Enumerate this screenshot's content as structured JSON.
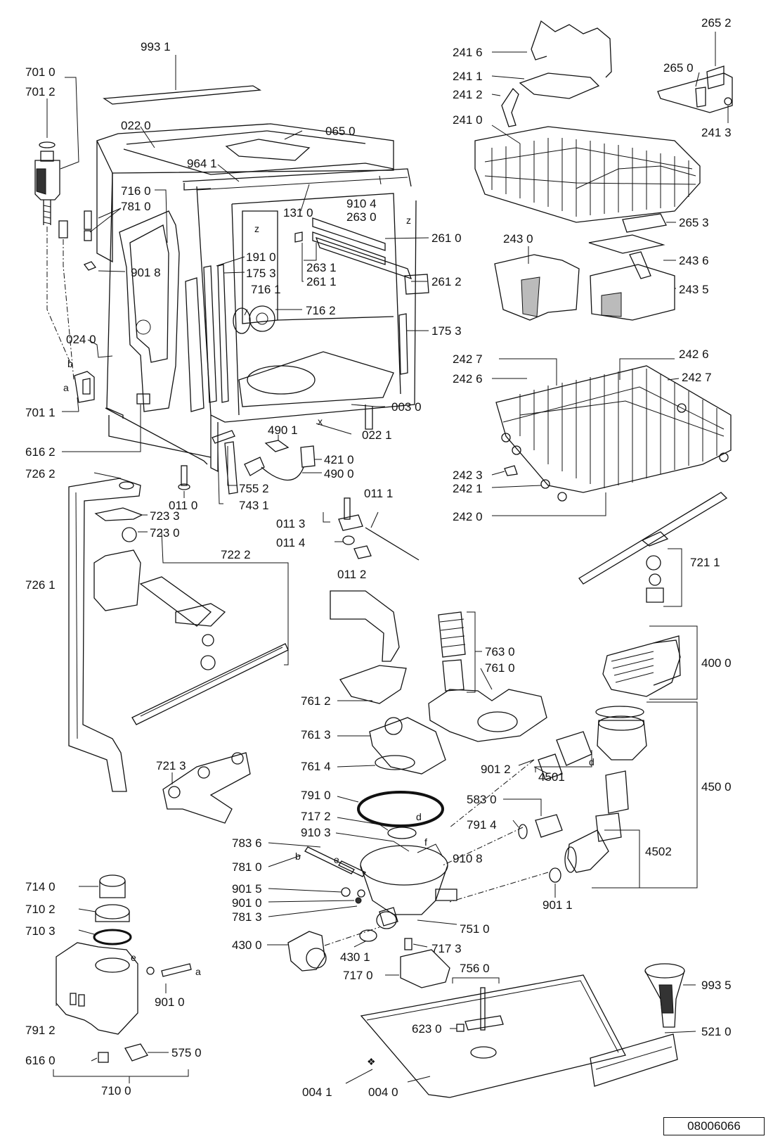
{
  "document_id": "08006066",
  "labels": [
    {
      "id": "l9931",
      "text": "993 1"
    },
    {
      "id": "l7010",
      "text": "701 0"
    },
    {
      "id": "l7012",
      "text": "701 2"
    },
    {
      "id": "l0220",
      "text": "022 0"
    },
    {
      "id": "l0650",
      "text": "065 0"
    },
    {
      "id": "l9641",
      "text": "964 1"
    },
    {
      "id": "l7160",
      "text": "716 0"
    },
    {
      "id": "l7810a",
      "text": "781 0"
    },
    {
      "id": "l1310",
      "text": "131 0"
    },
    {
      "id": "l9104",
      "text": "910 4"
    },
    {
      "id": "l2630",
      "text": "263 0"
    },
    {
      "id": "l2610",
      "text": "261 0"
    },
    {
      "id": "l1910",
      "text": "191 0"
    },
    {
      "id": "l9018",
      "text": "901 8"
    },
    {
      "id": "l1753a",
      "text": "175 3"
    },
    {
      "id": "l7161",
      "text": "716 1"
    },
    {
      "id": "l2631",
      "text": "263 1"
    },
    {
      "id": "l2611",
      "text": "261 1"
    },
    {
      "id": "l2612",
      "text": "261 2"
    },
    {
      "id": "l7162",
      "text": "716 2"
    },
    {
      "id": "l1753b",
      "text": "175 3"
    },
    {
      "id": "l0240",
      "text": "024 0"
    },
    {
      "id": "l7011",
      "text": "701 1"
    },
    {
      "id": "l0030",
      "text": "003 0"
    },
    {
      "id": "l0221",
      "text": "022 1"
    },
    {
      "id": "l6162",
      "text": "616 2"
    },
    {
      "id": "l4901",
      "text": "490 1"
    },
    {
      "id": "l4210",
      "text": "421 0"
    },
    {
      "id": "l4900",
      "text": "490 0"
    },
    {
      "id": "l7262",
      "text": "726 2"
    },
    {
      "id": "l0110",
      "text": "011 0"
    },
    {
      "id": "l7552",
      "text": "755 2"
    },
    {
      "id": "l7431",
      "text": "743 1"
    },
    {
      "id": "l7233",
      "text": "723 3"
    },
    {
      "id": "l7230",
      "text": "723 0"
    },
    {
      "id": "l0111",
      "text": "011  1"
    },
    {
      "id": "l0113",
      "text": "011 3"
    },
    {
      "id": "l0114",
      "text": "011 4"
    },
    {
      "id": "l0112",
      "text": "011 2"
    },
    {
      "id": "l7222",
      "text": "722 2"
    },
    {
      "id": "l7261",
      "text": "726 1"
    },
    {
      "id": "l2652",
      "text": "265 2"
    },
    {
      "id": "l2650",
      "text": "265 0"
    },
    {
      "id": "l2416",
      "text": "241 6"
    },
    {
      "id": "l2411",
      "text": "241 1"
    },
    {
      "id": "l2412",
      "text": "241 2"
    },
    {
      "id": "l2410",
      "text": "241 0"
    },
    {
      "id": "l2413",
      "text": "241 3"
    },
    {
      "id": "l2653",
      "text": "265 3"
    },
    {
      "id": "l2430",
      "text": "243 0"
    },
    {
      "id": "l2436",
      "text": "243 6"
    },
    {
      "id": "l2435",
      "text": "243 5"
    },
    {
      "id": "l2427a",
      "text": "242 7"
    },
    {
      "id": "l2426a",
      "text": "242 6"
    },
    {
      "id": "l2426b",
      "text": "242 6"
    },
    {
      "id": "l2427b",
      "text": "242 7"
    },
    {
      "id": "l2423",
      "text": "242 3"
    },
    {
      "id": "l2421",
      "text": "242 1"
    },
    {
      "id": "l2420",
      "text": "242 0"
    },
    {
      "id": "l7211",
      "text": "721 1"
    },
    {
      "id": "l7630",
      "text": "763 0"
    },
    {
      "id": "l7610",
      "text": "761 0"
    },
    {
      "id": "l4000",
      "text": "400 0"
    },
    {
      "id": "l7612",
      "text": "761 2"
    },
    {
      "id": "l7613",
      "text": "761 3"
    },
    {
      "id": "l7614",
      "text": "761 4"
    },
    {
      "id": "l9012",
      "text": "901 2"
    },
    {
      "id": "l4501",
      "text": "4501"
    },
    {
      "id": "l4500",
      "text": "450 0"
    },
    {
      "id": "l7213",
      "text": "721 3"
    },
    {
      "id": "l7910",
      "text": "791 0"
    },
    {
      "id": "l5830",
      "text": "583 0"
    },
    {
      "id": "l7172",
      "text": "717 2"
    },
    {
      "id": "l7914",
      "text": "791 4"
    },
    {
      "id": "l9103",
      "text": "910 3"
    },
    {
      "id": "l7836",
      "text": "783 6"
    },
    {
      "id": "l9108",
      "text": "910 8"
    },
    {
      "id": "l4502",
      "text": "4502"
    },
    {
      "id": "l7810b",
      "text": "781 0"
    },
    {
      "id": "l7140",
      "text": "714 0"
    },
    {
      "id": "l9015",
      "text": "901 5"
    },
    {
      "id": "l9010a",
      "text": "901 0"
    },
    {
      "id": "l9011",
      "text": "901 1"
    },
    {
      "id": "l7102",
      "text": "710 2"
    },
    {
      "id": "l7813",
      "text": "781 3"
    },
    {
      "id": "l7510",
      "text": "751 0"
    },
    {
      "id": "l7103",
      "text": "710 3"
    },
    {
      "id": "l4300",
      "text": "430 0"
    },
    {
      "id": "l7173",
      "text": "717 3"
    },
    {
      "id": "l4301",
      "text": "430 1"
    },
    {
      "id": "l7560",
      "text": "756 0"
    },
    {
      "id": "l7170",
      "text": "717 0"
    },
    {
      "id": "l9935",
      "text": "993 5"
    },
    {
      "id": "l9010b",
      "text": "901 0"
    },
    {
      "id": "l7912",
      "text": "791 2"
    },
    {
      "id": "l5750",
      "text": "575 0"
    },
    {
      "id": "l6230",
      "text": "623 0"
    },
    {
      "id": "l5210",
      "text": "521 0"
    },
    {
      "id": "l6160",
      "text": "616 0"
    },
    {
      "id": "l7100",
      "text": "710 0"
    },
    {
      "id": "l0041",
      "text": "004 1"
    },
    {
      "id": "l0040",
      "text": "004 0"
    }
  ],
  "callout_letters": {
    "a": "a",
    "b": "b",
    "d": "d",
    "e": "e",
    "z": "z",
    "x": "x",
    "f": "f"
  }
}
